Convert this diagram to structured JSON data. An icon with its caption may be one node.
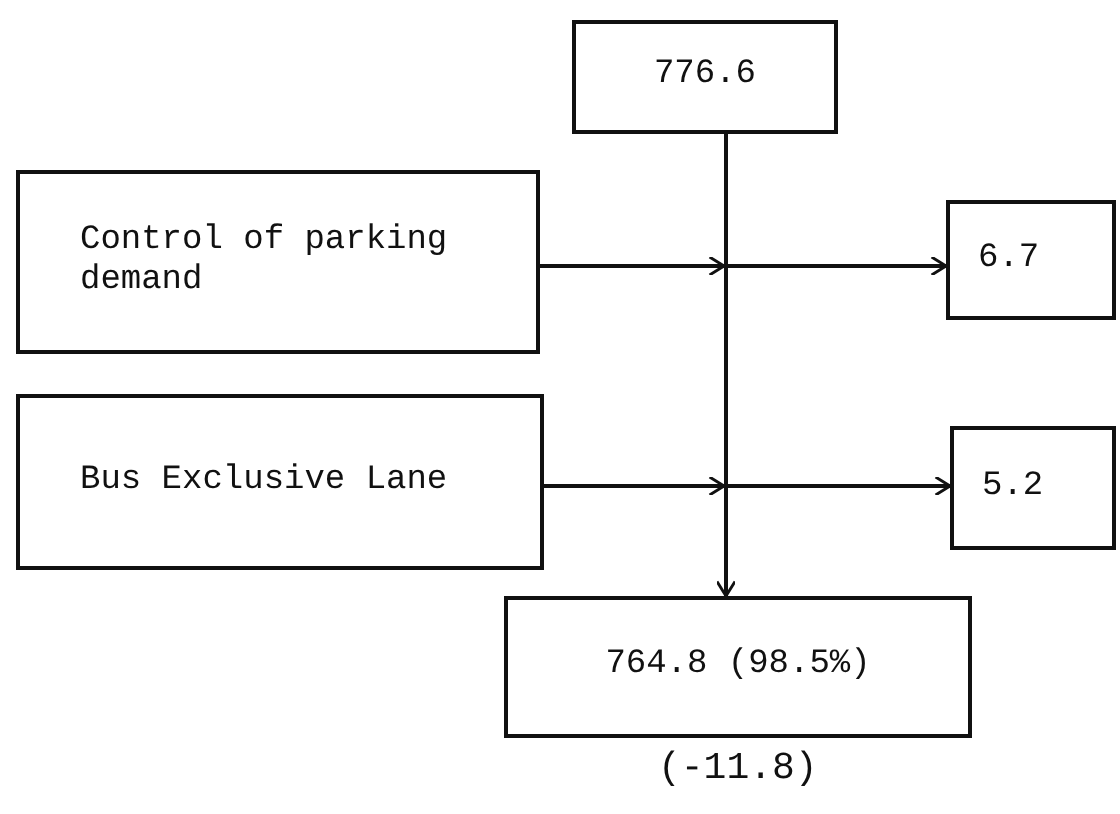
{
  "diagram": {
    "nodes": [
      {
        "text": [
          "776.6"
        ]
      },
      {
        "text": [
          "Control of parking demand"
        ]
      },
      {
        "text": [
          "6.7"
        ]
      },
      {
        "text": [
          "Bus Exclusive Lane"
        ]
      },
      {
        "text": [
          "5.2"
        ]
      },
      {
        "text": [
          "764.8 (98.5%)"
        ],
        "beside": [
          "(-11.8)"
        ]
      }
    ],
    "edges": [
      {
        "from": 0,
        "to": 5,
        "arrow": "to"
      },
      {
        "from": 1,
        "to": 2,
        "arrow": "to"
      },
      {
        "from": 3,
        "to": 4,
        "arrow": "to"
      }
    ]
  }
}
